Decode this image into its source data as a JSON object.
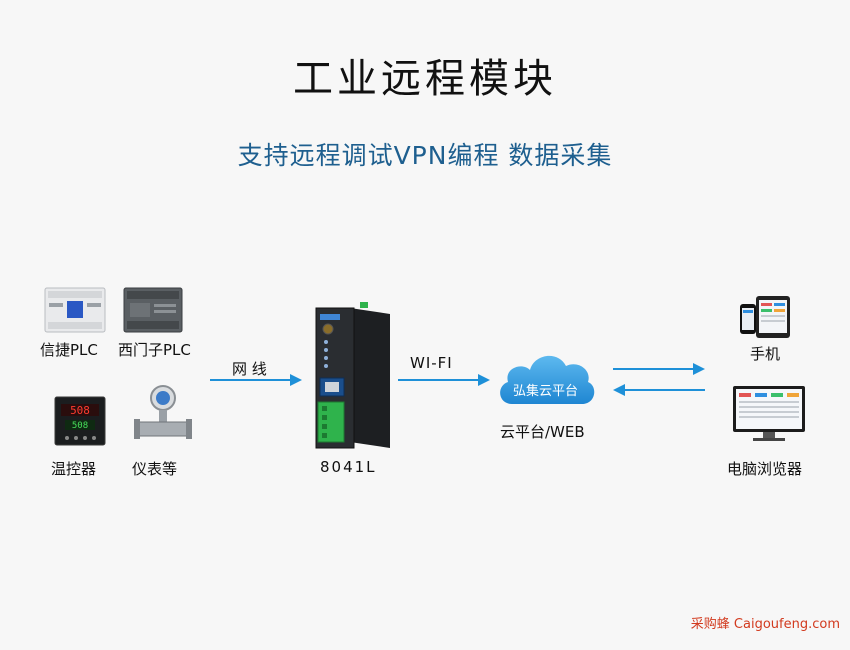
{
  "title": "工业远程模块",
  "subtitle": "支持远程调试VPN编程 数据采集",
  "devices_left": {
    "plc1": "信捷PLC",
    "plc2": "西门子PLC",
    "temp": "温控器",
    "meter": "仪表等"
  },
  "link1_label": "网 线",
  "module_label": "8041L",
  "link2_label": "WI-FI",
  "cloud_text": "弘集云平台",
  "cloud_label": "云平台/WEB",
  "devices_right": {
    "phone": "手机",
    "browser": "电脑浏览器"
  },
  "watermark": "采购蜂 Caigoufeng.com",
  "colors": {
    "accent": "#1e90d8",
    "title_blue": "#1e5f8f",
    "module_green": "#2fb34c"
  }
}
